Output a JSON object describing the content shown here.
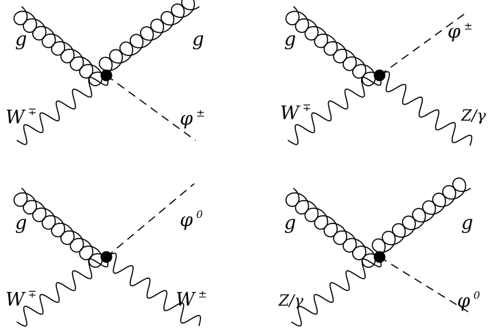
{
  "diagrams": [
    {
      "lines": [
        {
          "kind": "gluon"
        },
        {
          "kind": "gluon"
        },
        {
          "kind": "boson"
        },
        {
          "kind": "scalar"
        }
      ],
      "labels": [
        {
          "base": "g",
          "sup": ""
        },
        {
          "base": "g",
          "sup": ""
        },
        {
          "base": "W",
          "sup": "∓"
        },
        {
          "base": "φ",
          "sup": "±"
        }
      ]
    },
    {
      "lines": [
        {
          "kind": "gluon"
        },
        {
          "kind": "scalar"
        },
        {
          "kind": "boson"
        },
        {
          "kind": "boson"
        }
      ],
      "labels": [
        {
          "base": "g",
          "sup": ""
        },
        {
          "base": "φ",
          "sup": "±"
        },
        {
          "base": "W",
          "sup": "∓"
        },
        {
          "base": "Z/γ",
          "sup": ""
        }
      ]
    },
    {
      "lines": [
        {
          "kind": "gluon"
        },
        {
          "kind": "scalar"
        },
        {
          "kind": "boson"
        },
        {
          "kind": "boson"
        }
      ],
      "labels": [
        {
          "base": "g",
          "sup": ""
        },
        {
          "base": "φ",
          "sup": "0"
        },
        {
          "base": "W",
          "sup": "∓"
        },
        {
          "base": "W",
          "sup": "±"
        }
      ]
    },
    {
      "lines": [
        {
          "kind": "gluon"
        },
        {
          "kind": "gluon"
        },
        {
          "kind": "boson"
        },
        {
          "kind": "scalar"
        }
      ],
      "labels": [
        {
          "base": "g",
          "sup": ""
        },
        {
          "base": "g",
          "sup": ""
        },
        {
          "base": "Z/γ",
          "sup": ""
        },
        {
          "base": "φ",
          "sup": "0"
        }
      ]
    }
  ]
}
